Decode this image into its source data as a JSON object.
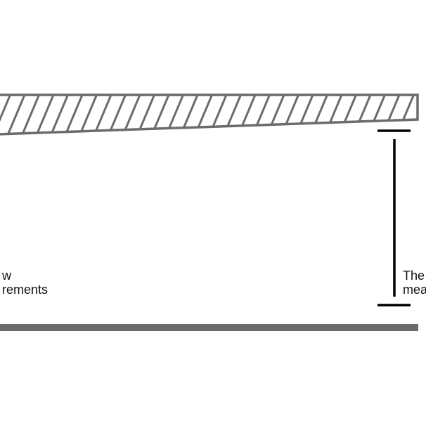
{
  "labels": {
    "left": {
      "line1": "w",
      "line2": "rements"
    },
    "right": {
      "line1": "The",
      "line2": "mea"
    }
  },
  "colors": {
    "structure": "#6b6b6b",
    "dimension": "#000000",
    "text": "#111111",
    "background": "#ffffff"
  },
  "icons": {
    "beam": "hatched-sloped-beam",
    "floor": "floor-line",
    "dimension": "vertical-dimension-marker"
  }
}
